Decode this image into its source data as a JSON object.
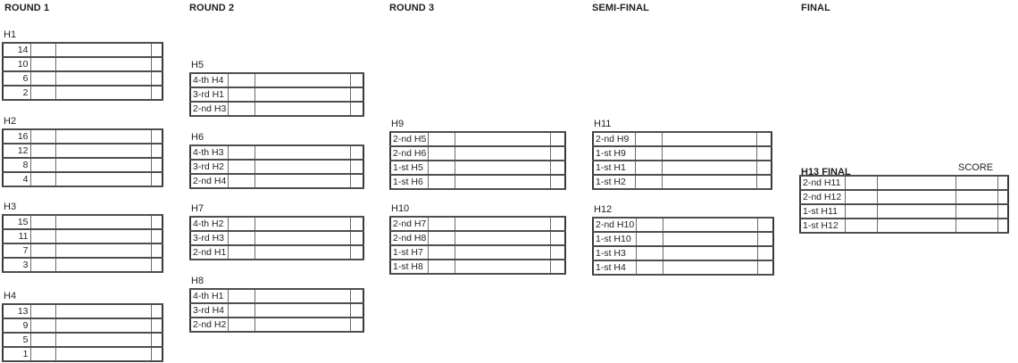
{
  "colors": {
    "background": "#ffffff",
    "text": "#1f1f1f",
    "grid_outer": "#383838",
    "grid_row_line": "#4d4d4d",
    "grid_col_line": "#6b6b6b"
  },
  "rounds": [
    {
      "header": "ROUND 1",
      "heats": [
        {
          "title": "H1",
          "rows": [
            "14",
            "10",
            "6",
            "2"
          ]
        },
        {
          "title": "H2",
          "rows": [
            "16",
            "12",
            "8",
            "4"
          ]
        },
        {
          "title": "H3",
          "rows": [
            "15",
            "11",
            "7",
            "3"
          ]
        },
        {
          "title": "H4",
          "rows": [
            "13",
            "9",
            "5",
            "1"
          ]
        }
      ]
    },
    {
      "header": "ROUND 2",
      "heats": [
        {
          "title": "H5",
          "rows": [
            "4-th H4",
            "3-rd H1",
            "2-nd H3"
          ]
        },
        {
          "title": "H6",
          "rows": [
            "4-th H3",
            "3-rd H2",
            "2-nd H4"
          ]
        },
        {
          "title": "H7",
          "rows": [
            "4-th H2",
            "3-rd H3",
            "2-nd H1"
          ]
        },
        {
          "title": "H8",
          "rows": [
            "4-th H1",
            "3-rd H4",
            "2-nd H2"
          ]
        }
      ]
    },
    {
      "header": "ROUND 3",
      "heats": [
        {
          "title": "H9",
          "rows": [
            "2-nd H5",
            "2-nd H6",
            "1-st H5",
            "1-st H6"
          ]
        },
        {
          "title": "H10",
          "rows": [
            "2-nd H7",
            "2-nd H8",
            "1-st H7",
            "1-st H8"
          ]
        }
      ]
    },
    {
      "header": "SEMI-FINAL",
      "heats": [
        {
          "title": "H11",
          "rows": [
            "2-nd H9",
            "1-st H9",
            "1-st H1",
            "1-st H2"
          ]
        },
        {
          "title": "H12",
          "rows": [
            "2-nd H10",
            "1-st H10",
            "1-st H3",
            "1-st H4"
          ]
        }
      ]
    },
    {
      "header": "FINAL"
    }
  ],
  "final": {
    "title": "H13 FINAL",
    "score_label": "SCORE",
    "rows": [
      "2-nd H11",
      "2-nd H12",
      "1-st H11",
      "1-st H12"
    ]
  }
}
